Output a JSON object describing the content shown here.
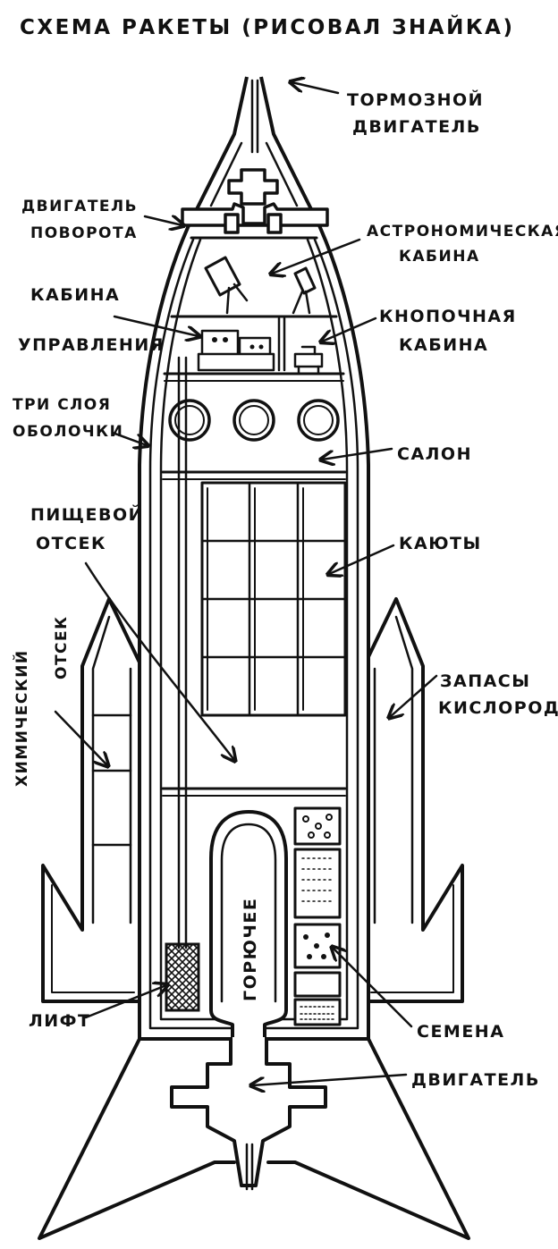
{
  "title": "СХЕМА РАКЕТЫ (РИСОВАЛ ЗНАЙКА)",
  "labels": {
    "brake_engine_1": "ТОРМОЗНОЙ",
    "brake_engine_2": "ДВИГАТЕЛЬ",
    "turn_engine_1": "ДВИГАТЕЛЬ",
    "turn_engine_2": "ПОВОРОТА",
    "astro_cabin_1": "АСТРОНОМИЧЕСКАЯ",
    "astro_cabin_2": "КАБИНА",
    "control_cabin_1": "КАБИНА",
    "control_cabin_2": "УПРАВЛЕНИЯ",
    "button_cabin_1": "КНОПОЧНАЯ",
    "button_cabin_2": "КАБИНА",
    "three_layers_1": "ТРИ СЛОЯ",
    "three_layers_2": "ОБОЛОЧКИ",
    "salon": "САЛОН",
    "food_1": "ПИЩЕВОЙ",
    "food_2": "ОТСЕК",
    "cabins": "КАЮТЫ",
    "chem_1": "ХИМИЧЕСКИЙ",
    "chem_2": "ОТСЕК",
    "oxygen_1": "ЗАПАСЫ",
    "oxygen_2": "КИСЛОРОДА",
    "fuel": "ГОРЮЧЕЕ",
    "lift": "ЛИФТ",
    "seeds": "СЕМЕНА",
    "engine": "ДВИГАТЕЛЬ"
  },
  "colors": {
    "ink": "#111111",
    "paper": "#ffffff"
  }
}
